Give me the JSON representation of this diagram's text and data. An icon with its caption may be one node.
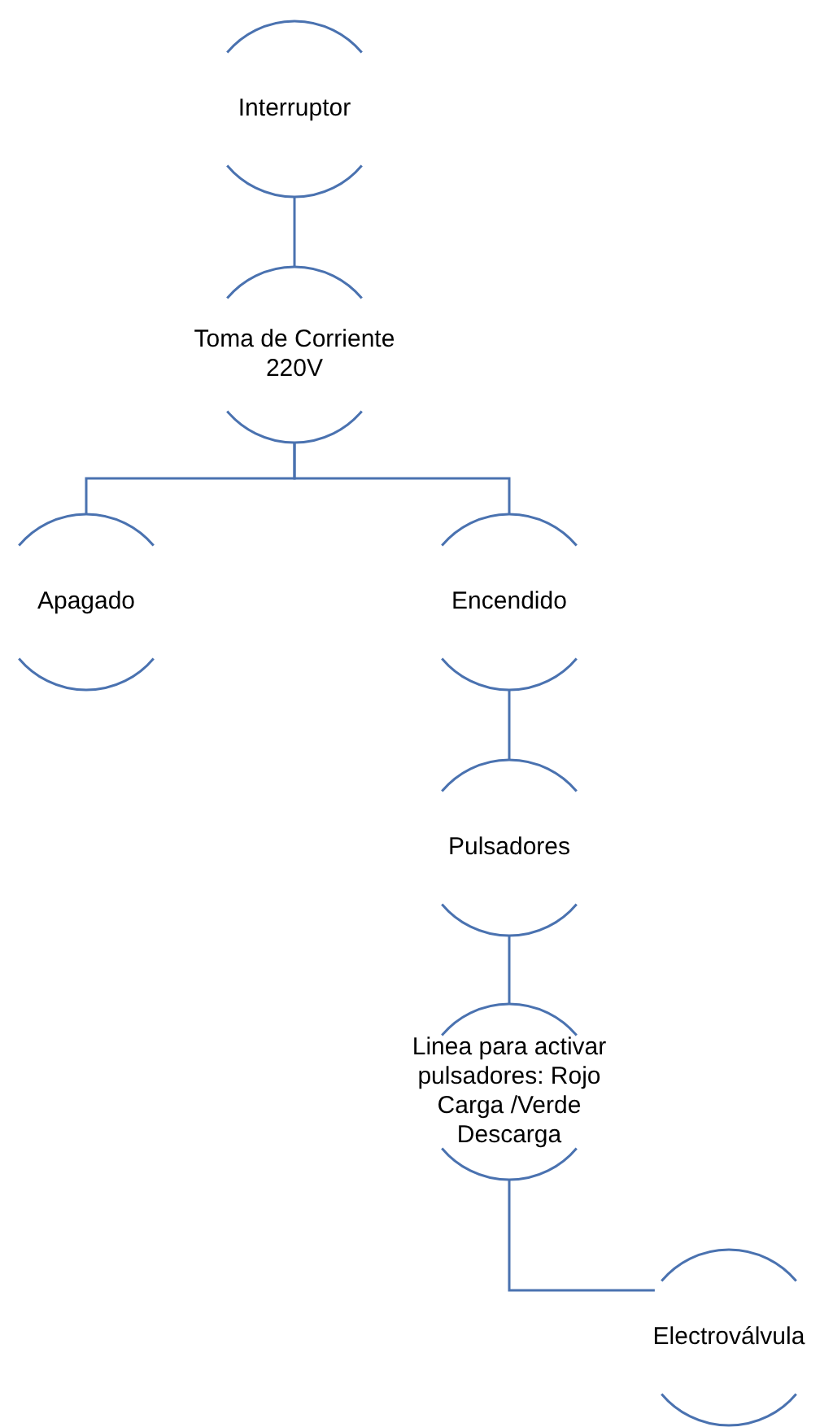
{
  "diagram": {
    "nodes": [
      {
        "text": [
          "Interruptor"
        ]
      },
      {
        "text": [
          "Toma de Corriente 220V"
        ]
      },
      {
        "text": [
          "Apagado"
        ]
      },
      {
        "text": [
          "Encendido"
        ]
      },
      {
        "text": [
          "Pulsadores"
        ]
      },
      {
        "text": [
          "Linea para activar pulsadores: Rojo Carga /Verde Descarga"
        ]
      },
      {
        "text": [
          "Electroválvula"
        ]
      }
    ],
    "edges": [
      {
        "from": 0,
        "to": 1,
        "arrow": "none"
      },
      {
        "from": 1,
        "to": 2,
        "arrow": "none"
      },
      {
        "from": 1,
        "to": 3,
        "arrow": "none"
      },
      {
        "from": 3,
        "to": 4,
        "arrow": "none"
      },
      {
        "from": 4,
        "to": 5,
        "arrow": "none"
      },
      {
        "from": 5,
        "to": 6,
        "arrow": "none"
      }
    ]
  }
}
